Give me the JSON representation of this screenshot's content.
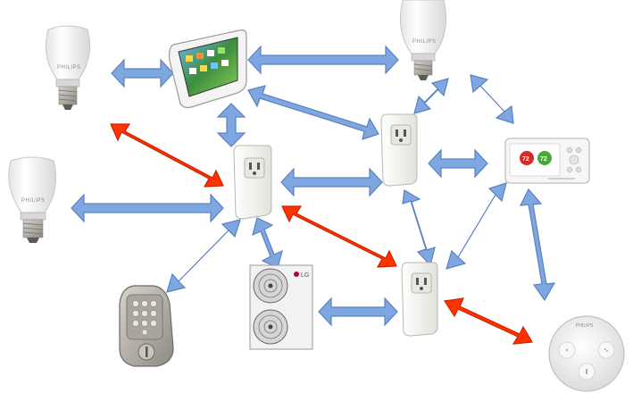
{
  "colors": {
    "arrow_blue": "#7ea6e0",
    "arrow_red": "#ff3300",
    "plug_body": "#f2f2ec"
  },
  "devices": [
    {
      "id": "bulb-top-left",
      "icon": "smart-bulb-icon"
    },
    {
      "id": "bulb-top-right",
      "icon": "smart-bulb-icon"
    },
    {
      "id": "bulb-left",
      "icon": "smart-bulb-icon"
    },
    {
      "id": "tablet-hub",
      "icon": "tablet-hub-icon"
    },
    {
      "id": "plug-left",
      "icon": "smart-plug-icon"
    },
    {
      "id": "plug-center",
      "icon": "smart-plug-icon"
    },
    {
      "id": "plug-bottom",
      "icon": "smart-plug-icon"
    },
    {
      "id": "thermostat",
      "icon": "thermostat-icon",
      "display_values": [
        "72",
        "72"
      ]
    },
    {
      "id": "door-lock",
      "icon": "keypad-lock-icon"
    },
    {
      "id": "ac-unit",
      "icon": "hvac-unit-icon",
      "brand": "LG"
    },
    {
      "id": "tap-switch",
      "icon": "tap-switch-icon",
      "brand": "PHILIPS"
    }
  ],
  "links": [
    {
      "from": "bulb-top-left",
      "to": "tablet-hub",
      "color": "blue"
    },
    {
      "from": "tablet-hub",
      "to": "bulb-top-right",
      "color": "blue"
    },
    {
      "from": "tablet-hub",
      "to": "plug-left",
      "color": "blue"
    },
    {
      "from": "tablet-hub",
      "to": "plug-center",
      "color": "blue"
    },
    {
      "from": "bulb-top-right",
      "to": "plug-center",
      "color": "blue"
    },
    {
      "from": "bulb-top-right",
      "to": "thermostat",
      "color": "blue"
    },
    {
      "from": "plug-left",
      "to": "bulb-top-left",
      "color": "red"
    },
    {
      "from": "bulb-left",
      "to": "plug-left",
      "color": "blue"
    },
    {
      "from": "plug-left",
      "to": "plug-center",
      "color": "blue"
    },
    {
      "from": "plug-center",
      "to": "thermostat",
      "color": "blue"
    },
    {
      "from": "plug-left",
      "to": "door-lock",
      "color": "blue"
    },
    {
      "from": "plug-left",
      "to": "ac-unit",
      "color": "blue"
    },
    {
      "from": "plug-left",
      "to": "plug-bottom",
      "color": "red"
    },
    {
      "from": "plug-center",
      "to": "plug-bottom",
      "color": "blue"
    },
    {
      "from": "thermostat",
      "to": "plug-bottom",
      "color": "blue"
    },
    {
      "from": "thermostat",
      "to": "tap-switch",
      "color": "blue"
    },
    {
      "from": "ac-unit",
      "to": "plug-bottom",
      "color": "blue"
    },
    {
      "from": "plug-bottom",
      "to": "tap-switch",
      "color": "red"
    }
  ]
}
